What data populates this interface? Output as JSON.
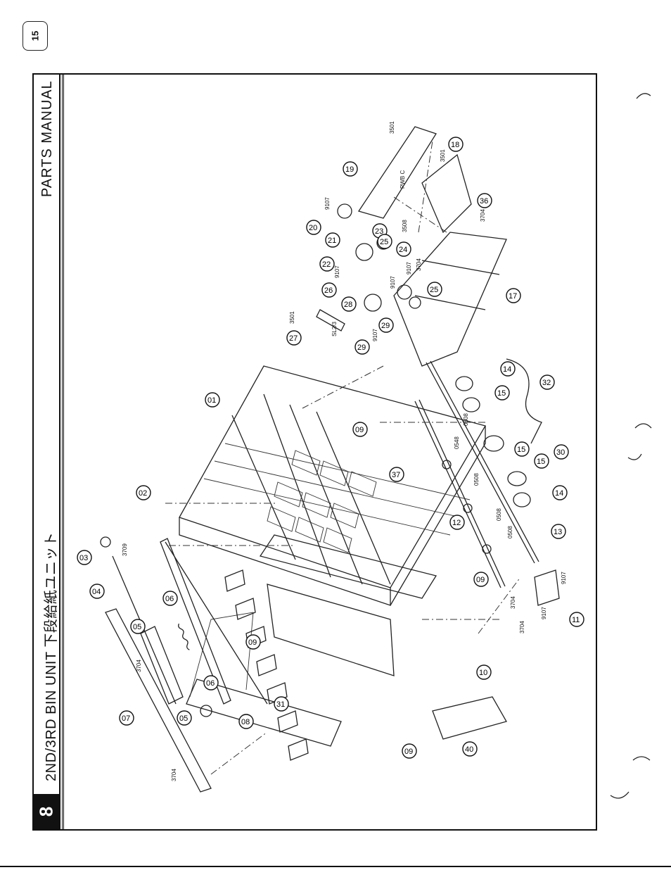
{
  "page_number": "15",
  "section_number": "8",
  "title": "2ND/3RD BIN UNIT 下段給紙ユニット",
  "manual_label": "PARTS MANUAL",
  "board_label": "PWB C",
  "sensor_label": "SL2/3",
  "part_callouts": [
    {
      "id": "01",
      "label": "01"
    },
    {
      "id": "02",
      "label": "02"
    },
    {
      "id": "03",
      "label": "03"
    },
    {
      "id": "04",
      "label": "04"
    },
    {
      "id": "05a",
      "label": "05"
    },
    {
      "id": "05b",
      "label": "05"
    },
    {
      "id": "06a",
      "label": "06"
    },
    {
      "id": "06b",
      "label": "06"
    },
    {
      "id": "07",
      "label": "07"
    },
    {
      "id": "08",
      "label": "08"
    },
    {
      "id": "09a",
      "label": "09"
    },
    {
      "id": "09b",
      "label": "09"
    },
    {
      "id": "09c",
      "label": "09"
    },
    {
      "id": "09d",
      "label": "09"
    },
    {
      "id": "10",
      "label": "10"
    },
    {
      "id": "11",
      "label": "11"
    },
    {
      "id": "12",
      "label": "12"
    },
    {
      "id": "13",
      "label": "13"
    },
    {
      "id": "14a",
      "label": "14"
    },
    {
      "id": "14b",
      "label": "14"
    },
    {
      "id": "15a",
      "label": "15"
    },
    {
      "id": "15b",
      "label": "15"
    },
    {
      "id": "15c",
      "label": "15"
    },
    {
      "id": "17",
      "label": "17"
    },
    {
      "id": "18",
      "label": "18"
    },
    {
      "id": "19",
      "label": "19"
    },
    {
      "id": "20",
      "label": "20"
    },
    {
      "id": "21",
      "label": "21"
    },
    {
      "id": "22",
      "label": "22"
    },
    {
      "id": "23",
      "label": "23"
    },
    {
      "id": "24",
      "label": "24"
    },
    {
      "id": "25a",
      "label": "25"
    },
    {
      "id": "25b",
      "label": "25"
    },
    {
      "id": "26",
      "label": "26"
    },
    {
      "id": "27",
      "label": "27"
    },
    {
      "id": "28",
      "label": "28"
    },
    {
      "id": "29a",
      "label": "29"
    },
    {
      "id": "29b",
      "label": "29"
    },
    {
      "id": "30",
      "label": "30"
    },
    {
      "id": "31",
      "label": "31"
    },
    {
      "id": "32",
      "label": "32"
    },
    {
      "id": "36",
      "label": "36"
    },
    {
      "id": "37",
      "label": "37"
    },
    {
      "id": "40",
      "label": "40"
    }
  ],
  "screw_codes": [
    {
      "id": "s1",
      "label": "3704"
    },
    {
      "id": "s2",
      "label": "3704"
    },
    {
      "id": "s3",
      "label": "3709"
    },
    {
      "id": "s4",
      "label": "3704"
    },
    {
      "id": "s5",
      "label": "3704"
    },
    {
      "id": "s6",
      "label": "9107"
    },
    {
      "id": "s7",
      "label": "9107"
    },
    {
      "id": "s8",
      "label": "0508"
    },
    {
      "id": "s9",
      "label": "0508"
    },
    {
      "id": "s10",
      "label": "0508"
    },
    {
      "id": "s11",
      "label": "0508"
    },
    {
      "id": "s12",
      "label": "0548"
    },
    {
      "id": "s13",
      "label": "3501"
    },
    {
      "id": "s14",
      "label": "9107"
    },
    {
      "id": "s15",
      "label": "9107"
    },
    {
      "id": "s16",
      "label": "9107"
    },
    {
      "id": "s17",
      "label": "9107"
    },
    {
      "id": "s18",
      "label": "3508"
    },
    {
      "id": "s19",
      "label": "3704"
    },
    {
      "id": "s20",
      "label": "3501"
    },
    {
      "id": "s21",
      "label": "3501"
    },
    {
      "id": "s22",
      "label": "9107"
    },
    {
      "id": "s23",
      "label": "3704"
    }
  ]
}
